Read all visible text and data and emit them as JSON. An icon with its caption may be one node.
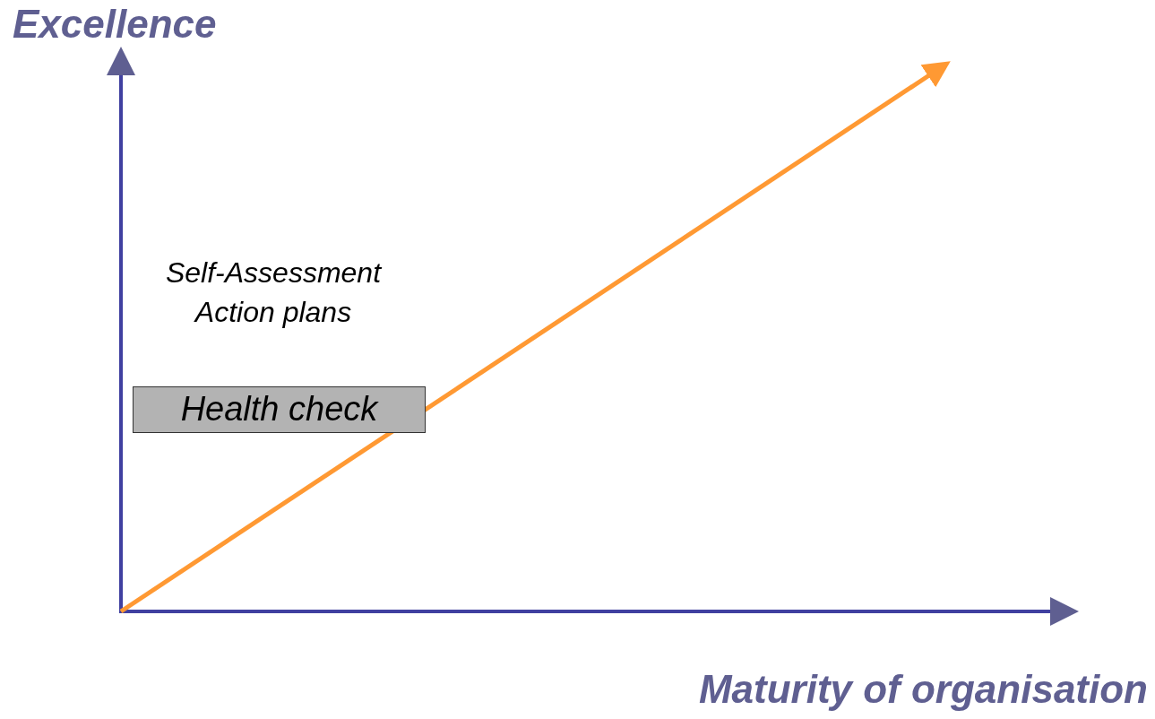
{
  "diagram": {
    "nodes": [
      {
        "text": [
          "Health check"
        ]
      }
    ],
    "labels": [
      "Excellence",
      "Self-Assessment Action plans",
      "Maturity of organisation"
    ]
  }
}
